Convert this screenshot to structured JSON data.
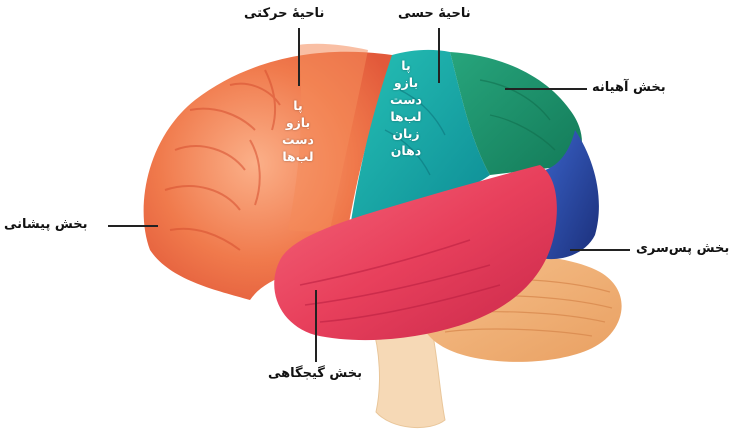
{
  "labels": {
    "motor": "ناحیهٔ حرکتی",
    "sensory": "ناحیهٔ حسی",
    "parietal": "بخش آهیانه",
    "frontal": "بخش پیشانی",
    "occipital": "بخش پس‌سری",
    "temporal": "بخش گیجگاهی"
  },
  "motor_list": [
    "پا",
    "بازو",
    "دست",
    "لب‌ها"
  ],
  "sensory_list": [
    "پا",
    "بازو",
    "دست",
    "لب‌ها",
    "زبان",
    "دهان"
  ],
  "colors": {
    "frontal": "#f07a4c",
    "sensory": "#14a3a0",
    "parietal": "#1c8f6a",
    "occipital": "#2c4aa8",
    "temporal": "#e8405c",
    "cerebellum": "#f2b27a",
    "brainstem": "#f6d9b6"
  }
}
